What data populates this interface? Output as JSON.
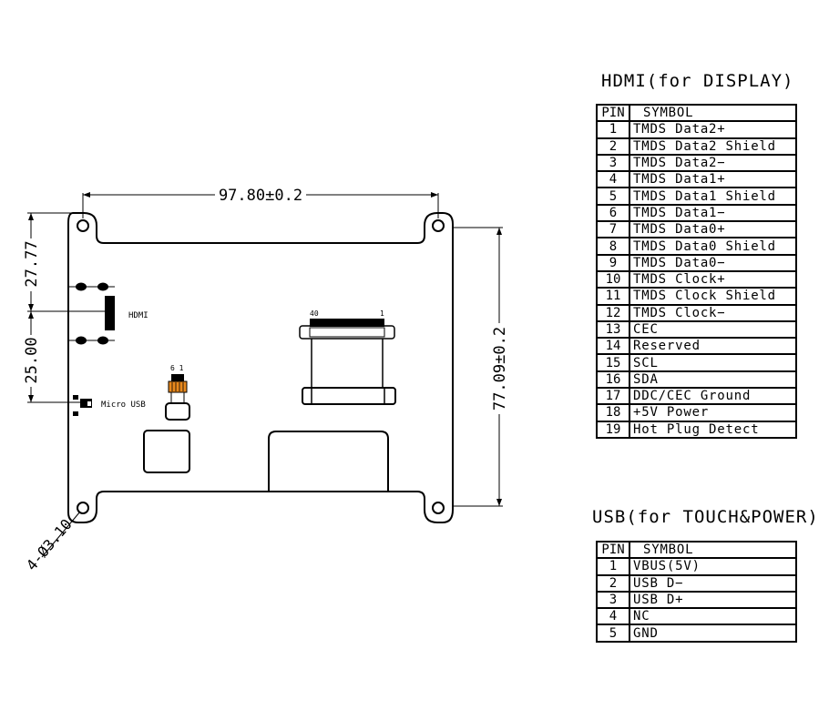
{
  "drawing": {
    "dim_width": "97.80±0.2",
    "dim_height": "77.09±0.2",
    "dim_top_offset": "27.77",
    "dim_hdmi_usb": "25.00",
    "dim_holes": "4-Ø3.10",
    "label_hdmi": "HDMI",
    "label_micro_usb": "Micro USB",
    "fpc_pin_40": "40",
    "fpc_pin_1": "1",
    "small_conn_pins": "6 1"
  },
  "hdmi_table": {
    "title": "HDMI(for DISPLAY)",
    "header": {
      "pin": "PIN",
      "symbol": "SYMBOL"
    },
    "rows": [
      {
        "pin": "1",
        "symbol": "TMDS Data2+"
      },
      {
        "pin": "2",
        "symbol": "TMDS Data2 Shield"
      },
      {
        "pin": "3",
        "symbol": "TMDS Data2−"
      },
      {
        "pin": "4",
        "symbol": "TMDS Data1+"
      },
      {
        "pin": "5",
        "symbol": "TMDS Data1 Shield"
      },
      {
        "pin": "6",
        "symbol": "TMDS Data1−"
      },
      {
        "pin": "7",
        "symbol": "TMDS Data0+"
      },
      {
        "pin": "8",
        "symbol": "TMDS Data0 Shield"
      },
      {
        "pin": "9",
        "symbol": "TMDS Data0−"
      },
      {
        "pin": "10",
        "symbol": "TMDS Clock+"
      },
      {
        "pin": "11",
        "symbol": "TMDS Clock Shield"
      },
      {
        "pin": "12",
        "symbol": "TMDS Clock−"
      },
      {
        "pin": "13",
        "symbol": "CEC"
      },
      {
        "pin": "14",
        "symbol": "Reserved"
      },
      {
        "pin": "15",
        "symbol": "SCL"
      },
      {
        "pin": "16",
        "symbol": "SDA"
      },
      {
        "pin": "17",
        "symbol": "DDC/CEC Ground"
      },
      {
        "pin": "18",
        "symbol": "+5V Power"
      },
      {
        "pin": "19",
        "symbol": "Hot Plug Detect"
      }
    ]
  },
  "usb_table": {
    "title": "USB(for TOUCH&POWER)",
    "header": {
      "pin": "PIN",
      "symbol": "SYMBOL"
    },
    "rows": [
      {
        "pin": "1",
        "symbol": "VBUS(5V)"
      },
      {
        "pin": "2",
        "symbol": "USB D−"
      },
      {
        "pin": "3",
        "symbol": "USB D+"
      },
      {
        "pin": "4",
        "symbol": "NC"
      },
      {
        "pin": "5",
        "symbol": "GND"
      }
    ]
  }
}
